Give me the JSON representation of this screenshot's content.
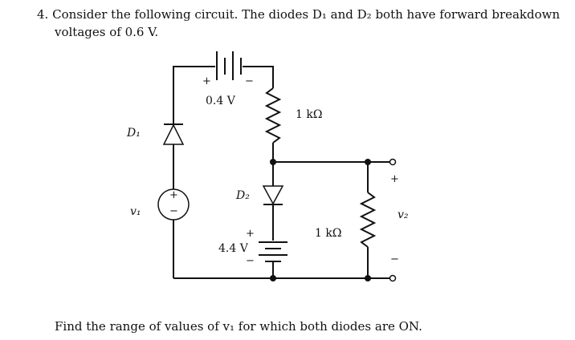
{
  "problem": {
    "number": "4.",
    "statement_line1": "Consider the following circuit.  The diodes D₁ and D₂ both have forward breakdown",
    "statement_line2": "voltages of 0.6 V.",
    "question": "Find the range of values of v₁ for which both diodes are ON."
  },
  "circuit": {
    "battery_top": {
      "plus": "+",
      "minus": "−",
      "label": "0.4 V"
    },
    "resistor_top": {
      "label": "1 kΩ"
    },
    "diode_left": {
      "label": "D₁"
    },
    "source_left": {
      "label": "v₁",
      "plus": "+",
      "minus": "−"
    },
    "diode_mid": {
      "label": "D₂"
    },
    "battery_mid": {
      "plus": "+",
      "minus": "−",
      "label": "4.4 V"
    },
    "resistor_right": {
      "label": "1 kΩ"
    },
    "output": {
      "label": "v₂",
      "plus": "+",
      "minus": "−"
    }
  }
}
